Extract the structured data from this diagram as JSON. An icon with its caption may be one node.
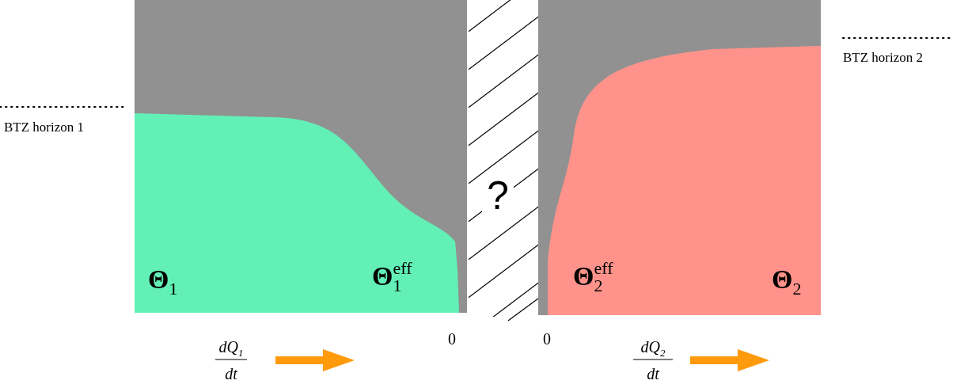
{
  "diagram": {
    "labels": [
      "BTZ horizon 2",
      "BTZ horizon 1",
      "?",
      "Θ$_{1}$",
      "Θ$_{1}$$^{eff}$",
      "Θ$_{2}$$^{eff}$",
      "Θ$_{2}$",
      "0",
      "0",
      "dQ$_{1}$",
      "dt",
      "dQ$_{2}$",
      "dt"
    ]
  }
}
